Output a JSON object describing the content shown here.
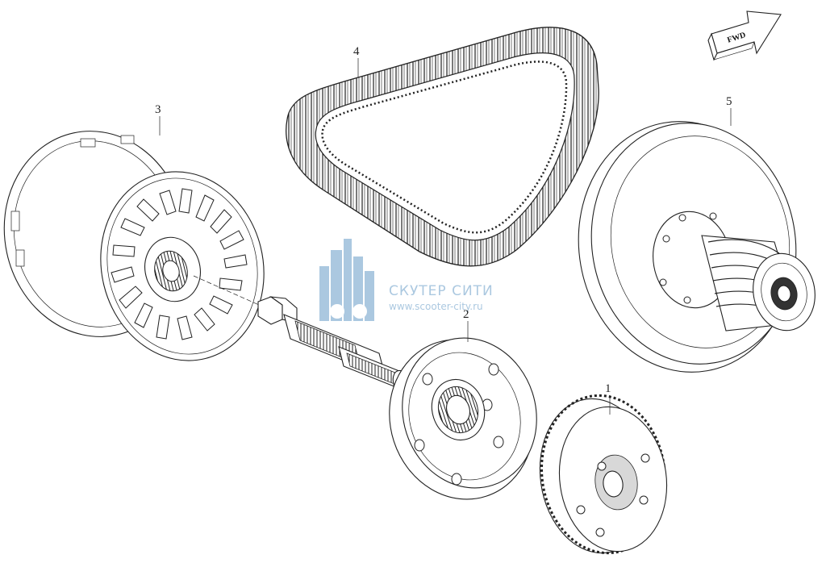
{
  "callouts": [
    {
      "id": "1",
      "label": "1"
    },
    {
      "id": "2",
      "label": "2"
    },
    {
      "id": "3",
      "label": "3"
    },
    {
      "id": "4",
      "label": "4"
    },
    {
      "id": "5",
      "label": "5"
    }
  ],
  "direction_arrow": {
    "label": "FWD"
  },
  "watermark": {
    "title": "СКУТЕР СИТИ",
    "url": "www.scooter-city.ru",
    "color": "#8fb6d6"
  },
  "colors": {
    "line": "#222222",
    "background": "#ffffff"
  }
}
